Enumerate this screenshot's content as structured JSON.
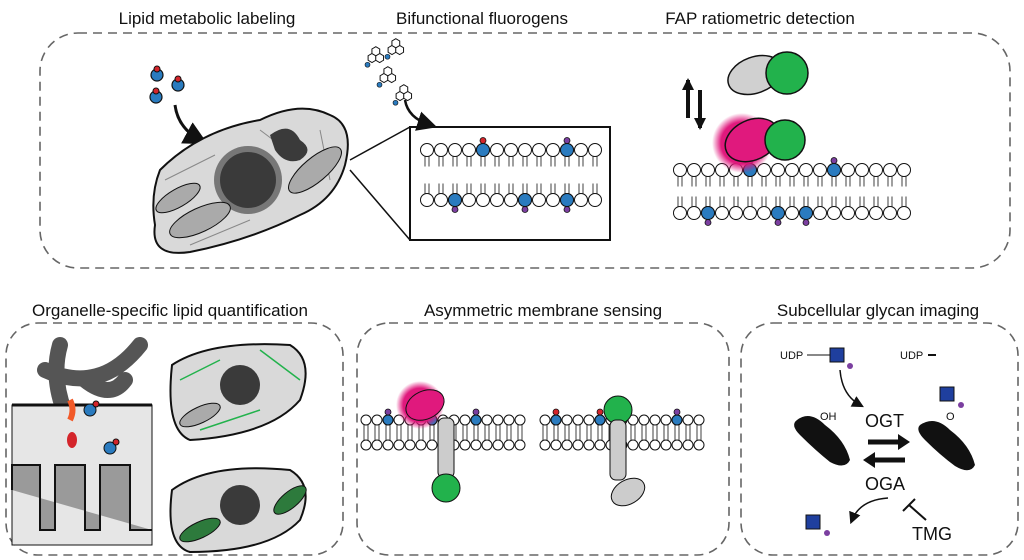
{
  "panels": {
    "lipid_metabolic_labeling": {
      "title": "Lipid metabolic labeling"
    },
    "bifunctional_fluorogens": {
      "title": "Bifunctional fluorogens"
    },
    "fap_ratiometric_detection": {
      "title": "FAP ratiometric detection"
    },
    "organelle_specific": {
      "title": "Organelle-specific lipid quantification"
    },
    "asymmetric_membrane": {
      "title": "Asymmetric membrane sensing"
    },
    "glycan_imaging": {
      "title": "Subcellular glycan imaging",
      "udp_left": "UDP",
      "udp_right": "UDP",
      "oh_label": "OH",
      "o_label": "O",
      "ogt_label": "OGT",
      "oga_label": "OGA",
      "tmg_label": "TMG"
    }
  },
  "colors": {
    "headgroup_blue": "#2a7bbf",
    "probe_red": "#d4252b",
    "fluorogen_magenta": "#e0197d",
    "fap_green": "#22b24c",
    "glcnac_blue": "#1f3f9e",
    "linker_purple": "#7b3fa0",
    "cell_grey": "#d9d9d9",
    "nucleus_dark": "#3a3a3a"
  }
}
